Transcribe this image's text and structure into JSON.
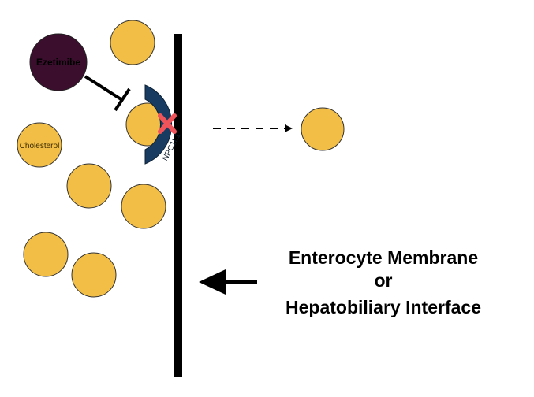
{
  "labels": {
    "drug": "Ezetimibe",
    "molecule": "Cholesterol",
    "transporter": "NPC1L1",
    "membrane_line1": "Enterocyte Membrane",
    "membrane_line2": "or",
    "membrane_line3": "Hepatobiliary Interface"
  },
  "colors": {
    "cholesterol_fill": "#F2BE45",
    "drug_fill": "#3A0E2C",
    "transporter_fill": "#173B61",
    "block_mark": "#F0545B",
    "membrane": "#000000"
  },
  "icons": {
    "inhibition": "t-bar-inhibition-icon",
    "blocked": "red-x-icon",
    "transport": "dashed-arrow-icon",
    "pointer": "solid-arrow-icon"
  }
}
